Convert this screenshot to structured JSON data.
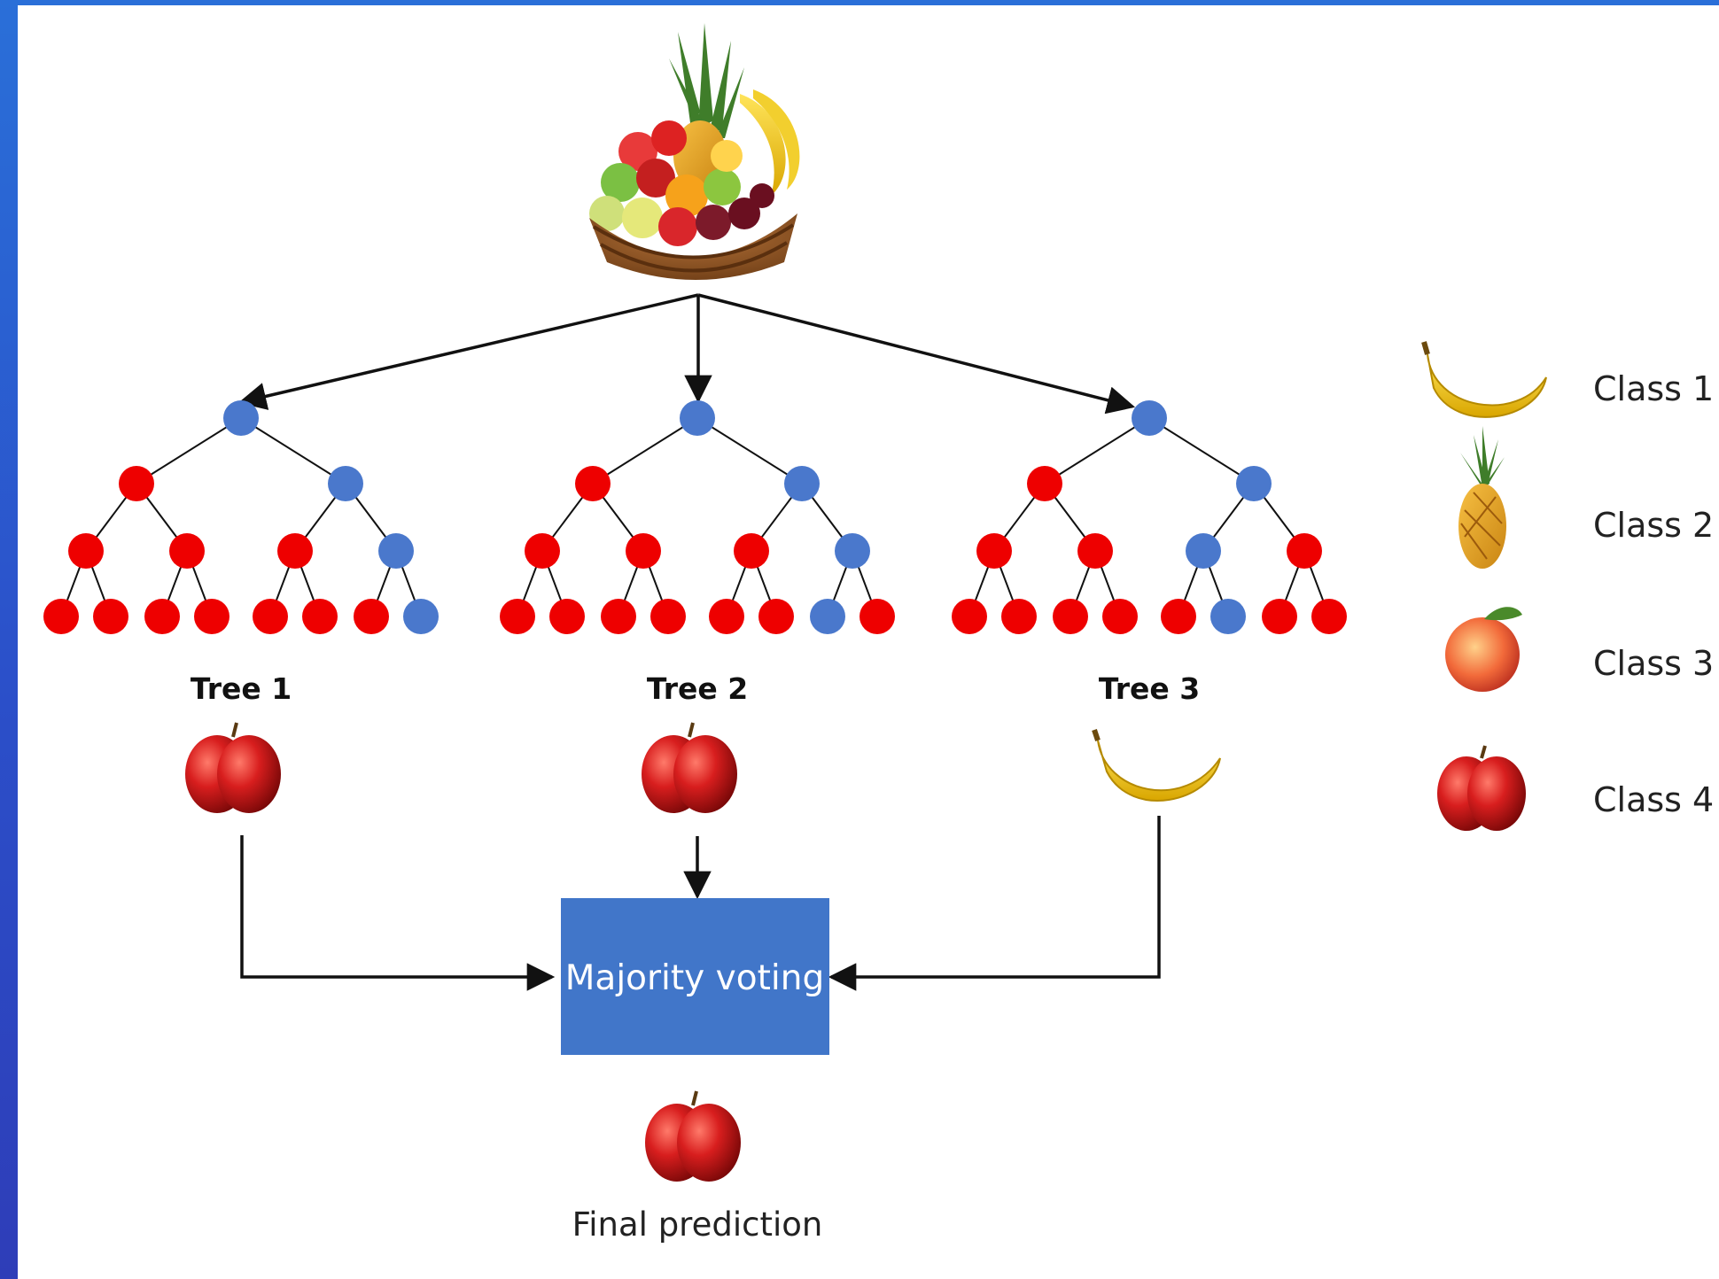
{
  "colors": {
    "red_node": "#ee0000",
    "blue_node": "#4a78cc",
    "voting_box": "#4176c9",
    "edge": "#111111"
  },
  "input_icon": "fruit-basket",
  "trees": [
    {
      "label": "Tree 1",
      "levels": [
        [
          "blue"
        ],
        [
          "red",
          "blue"
        ],
        [
          "red",
          "red",
          "red",
          "blue"
        ],
        [
          "red",
          "red",
          "red",
          "red",
          "red",
          "red",
          "red",
          "blue"
        ]
      ],
      "prediction_icon": "apple"
    },
    {
      "label": "Tree 2",
      "levels": [
        [
          "blue"
        ],
        [
          "red",
          "blue"
        ],
        [
          "red",
          "red",
          "red",
          "blue"
        ],
        [
          "red",
          "red",
          "red",
          "red",
          "red",
          "red",
          "blue",
          "red"
        ]
      ],
      "prediction_icon": "apple"
    },
    {
      "label": "Tree 3",
      "levels": [
        [
          "blue"
        ],
        [
          "red",
          "blue"
        ],
        [
          "red",
          "red",
          "blue",
          "red"
        ],
        [
          "red",
          "red",
          "red",
          "red",
          "red",
          "blue",
          "red",
          "red"
        ]
      ],
      "prediction_icon": "banana"
    }
  ],
  "voting": {
    "label": "Majority voting"
  },
  "final": {
    "label": "Final prediction",
    "icon": "apple"
  },
  "legend": [
    {
      "label": "Class 1",
      "icon": "banana"
    },
    {
      "label": "Class 2",
      "icon": "pineapple"
    },
    {
      "label": "Class 3",
      "icon": "peach"
    },
    {
      "label": "Class 4",
      "icon": "apple"
    }
  ]
}
